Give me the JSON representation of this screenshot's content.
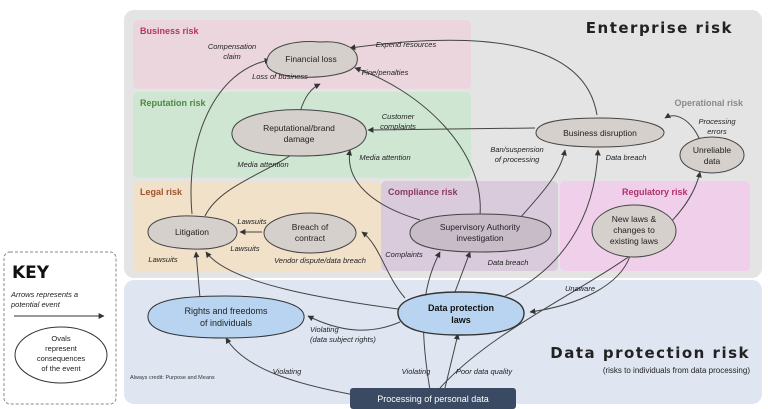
{
  "regions": {
    "enterprise_title": "Enterprise risk",
    "data_protection_title": "Data protection risk",
    "data_protection_subtitle": "(risks to individuals from data processing)",
    "business": "Business risk",
    "reputation": "Reputation risk",
    "operational": "Operational risk",
    "legal": "Legal risk",
    "compliance": "Compliance risk",
    "regulatory": "Regulatory risk"
  },
  "nodes": {
    "financial_loss": [
      "Financial loss"
    ],
    "reputational_damage": [
      "Reputational/brand",
      "damage"
    ],
    "business_disruption": [
      "Business disruption"
    ],
    "unreliable_data": [
      "Unreliable",
      "data"
    ],
    "litigation": [
      "Litigation"
    ],
    "breach_of_contract": [
      "Breach of",
      "contract"
    ],
    "supervisory_authority": [
      "Supervisory Authority",
      "investigation"
    ],
    "new_laws": [
      "New laws &",
      "changes to",
      "existing laws"
    ],
    "rights_freedoms": [
      "Rights and freedoms",
      "of individuals"
    ],
    "data_protection_laws": [
      "Data protection",
      "laws"
    ],
    "processing": "Processing of personal data"
  },
  "edge_labels": {
    "compensation_claim": [
      "Compensation",
      "claim"
    ],
    "expend_resources": "Expend resources",
    "loss_of_business": "Loss of business",
    "fine_penalties": "Fine/penalties",
    "customer_complaints": [
      "Customer",
      "complaints"
    ],
    "processing_errors": [
      "Processing",
      "errors"
    ],
    "media_attention_left": "Media attention",
    "media_attention_right": "Media attention",
    "ban_suspension": [
      "Ban/suspension",
      "of processing"
    ],
    "data_breach_top": "Data breach",
    "lawsuits_top": "Lawsuits",
    "lawsuits_mid": "Lawsuits",
    "lawsuits_left": "Lawsuits",
    "complaints": "Complaints",
    "vendor_dispute": "Vendor dispute/data breach",
    "data_breach_bottom": "Data breach",
    "unaware": "Unaware",
    "violating_dsr": [
      "Violating",
      "(data subject rights)"
    ],
    "violating_left": "Violating",
    "violating_right": "Violating",
    "poor_data_quality": "Poor data quality"
  },
  "key": {
    "title": "KEY",
    "arrows_text": [
      "Arrows represents a",
      "potential event"
    ],
    "ovals_text": [
      "Ovals",
      "represent",
      "consequences",
      "of the event"
    ]
  },
  "credit": "Always credit: Purpose and Means",
  "colors": {
    "enterprise_bg": "#e4e4e4",
    "data_protection_bg": "#dfe6f2",
    "business": "#ead6dc",
    "business_title": "#b8336a",
    "reputation": "#cfe6d3",
    "reputation_title": "#4a8a3c",
    "operational_title": "#8a8a8a",
    "legal": "#f1e1c9",
    "legal_title": "#a0522d",
    "compliance": "#d9cbdc",
    "compliance_title": "#8b3a62",
    "regulatory": "#efcfe9",
    "regulatory_title": "#b0306a",
    "node_grey": "#d6d0cc",
    "node_blue": "#b8d4f0",
    "processing": "#3a4a63"
  }
}
